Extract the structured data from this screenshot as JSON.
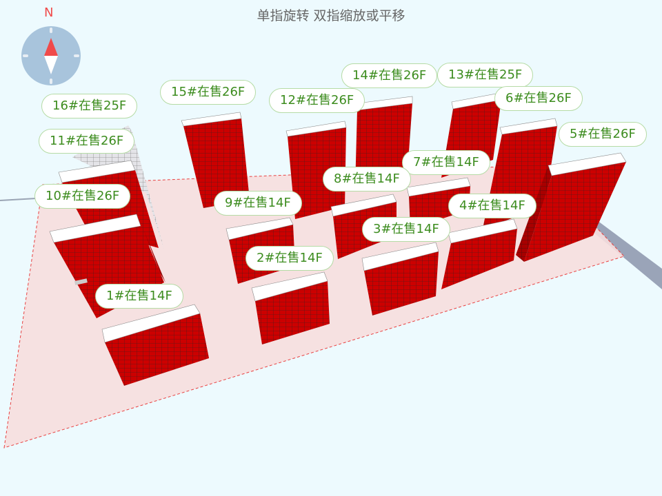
{
  "title": "单指旋转 双指缩放或平移",
  "compass": {
    "north_label": "N",
    "north_color": "#f04a4a",
    "dial_color": "#a8c4dc"
  },
  "colors": {
    "building": "#cc0000",
    "label_text": "#3c8c1e",
    "site_fill": "#f6dede",
    "site_border": "#e84040"
  },
  "buildings": [
    {
      "id": "16",
      "label": "16#在售25F"
    },
    {
      "id": "11",
      "label": "11#在售26F"
    },
    {
      "id": "10",
      "label": "10#在售26F"
    },
    {
      "id": "15",
      "label": "15#在售26F"
    },
    {
      "id": "12",
      "label": "12#在售26F"
    },
    {
      "id": "14",
      "label": "14#在售26F"
    },
    {
      "id": "13",
      "label": "13#在售25F"
    },
    {
      "id": "6",
      "label": "6#在售26F"
    },
    {
      "id": "5",
      "label": "5#在售26F"
    },
    {
      "id": "7",
      "label": "7#在售14F"
    },
    {
      "id": "8",
      "label": "8#在售14F"
    },
    {
      "id": "9",
      "label": "9#在售14F"
    },
    {
      "id": "4",
      "label": "4#在售14F"
    },
    {
      "id": "3",
      "label": "3#在售14F"
    },
    {
      "id": "2",
      "label": "2#在售14F"
    },
    {
      "id": "1",
      "label": "1#在售14F"
    }
  ]
}
